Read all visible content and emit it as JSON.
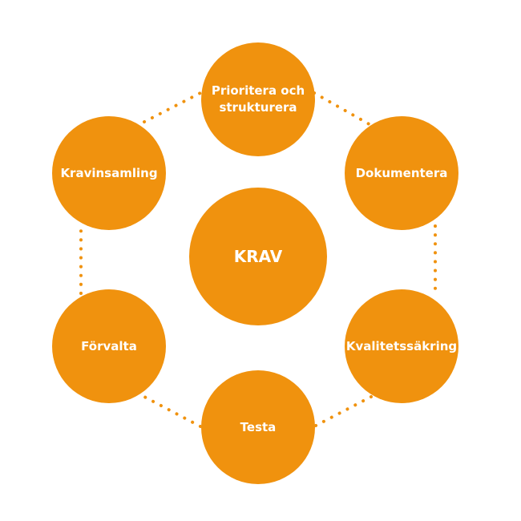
{
  "colors": {
    "node_fill": "#F0920E",
    "connector": "#F0920E",
    "text": "#FFFFFF"
  },
  "center": {
    "label": "KRAV"
  },
  "cycle": [
    {
      "label_line1": "Prioritera och",
      "label_line2": "strukturera"
    },
    {
      "label_line1": "Dokumentera",
      "label_line2": ""
    },
    {
      "label_line1": "Kvalitetssäkring",
      "label_line2": ""
    },
    {
      "label_line1": "Testa",
      "label_line2": ""
    },
    {
      "label_line1": "Förvalta",
      "label_line2": ""
    },
    {
      "label_line1": "Kravinsamling",
      "label_line2": ""
    }
  ]
}
